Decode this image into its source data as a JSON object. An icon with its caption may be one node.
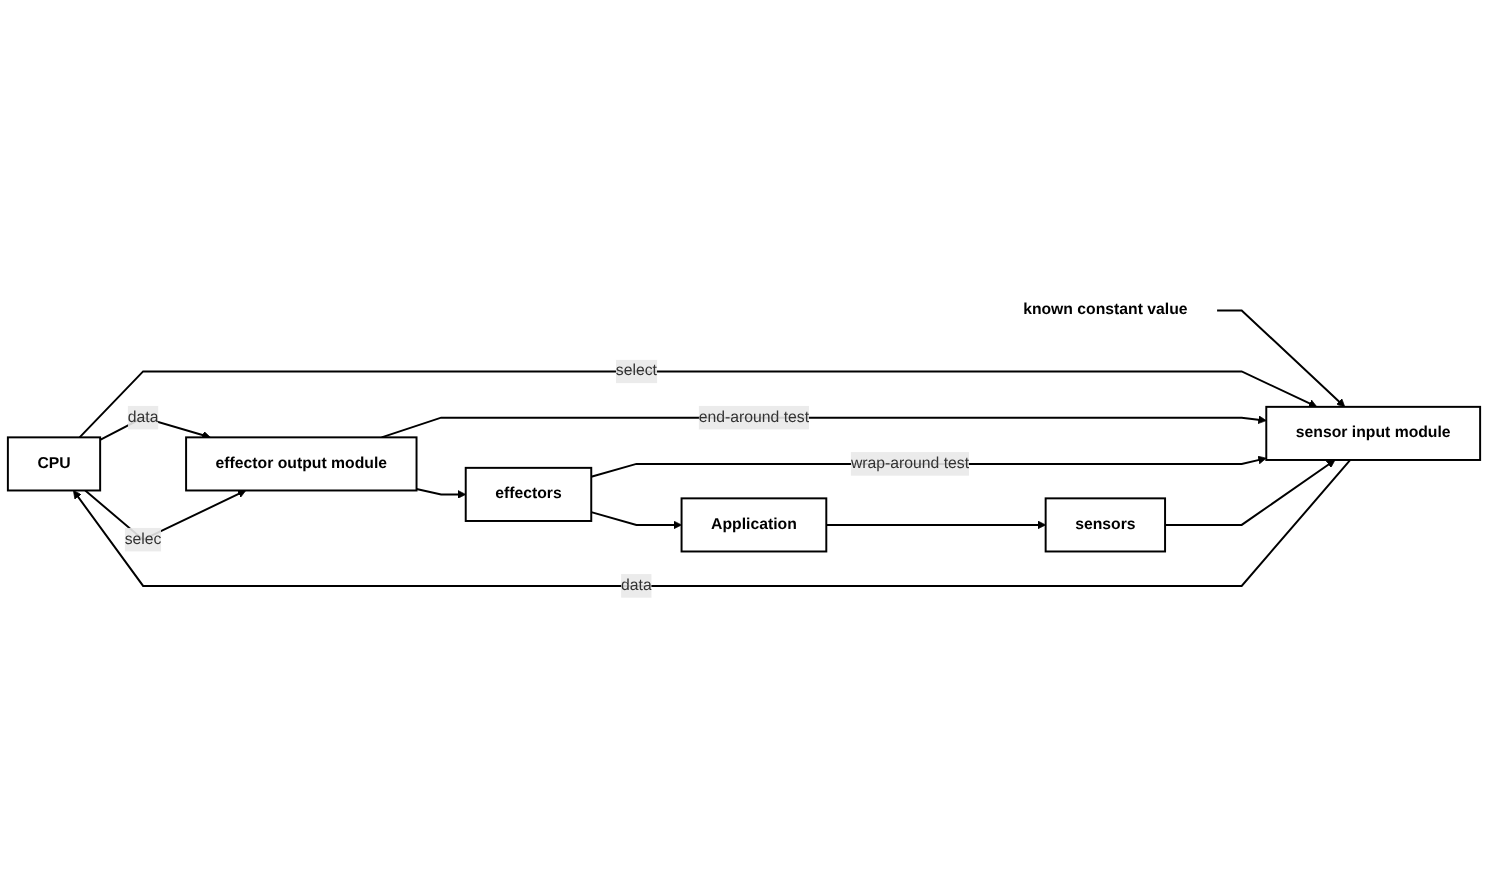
{
  "diagram": {
    "nodes": [
      {
        "text": [
          "CPU"
        ]
      },
      {
        "text": [
          "sensor input module"
        ]
      },
      {
        "text": [
          "known constant value"
        ]
      },
      {
        "text": [
          "sensors"
        ]
      },
      {
        "text": [
          "Application"
        ]
      },
      {
        "text": [
          "effector output module"
        ]
      },
      {
        "text": [
          "effectors"
        ]
      }
    ],
    "edges": [
      {
        "from": 1,
        "to": 0,
        "arrow": "to",
        "label": "data"
      },
      {
        "from": 0,
        "to": 1,
        "arrow": "to",
        "label": "select"
      },
      {
        "from": 2,
        "to": 1,
        "arrow": "to"
      },
      {
        "from": 3,
        "to": 1,
        "arrow": "to"
      },
      {
        "from": 4,
        "to": 3,
        "arrow": "to"
      },
      {
        "from": 5,
        "to": 1,
        "arrow": "to",
        "label": "end-around test"
      },
      {
        "from": 6,
        "to": 1,
        "arrow": "to",
        "label": "wrap-around test"
      },
      {
        "from": 0,
        "to": 5,
        "arrow": "to",
        "label": "data"
      },
      {
        "from": 0,
        "to": 5,
        "arrow": "to",
        "label": "selec"
      },
      {
        "from": 5,
        "to": 6,
        "arrow": "to"
      },
      {
        "from": 6,
        "to": 4,
        "arrow": "to"
      }
    ]
  }
}
